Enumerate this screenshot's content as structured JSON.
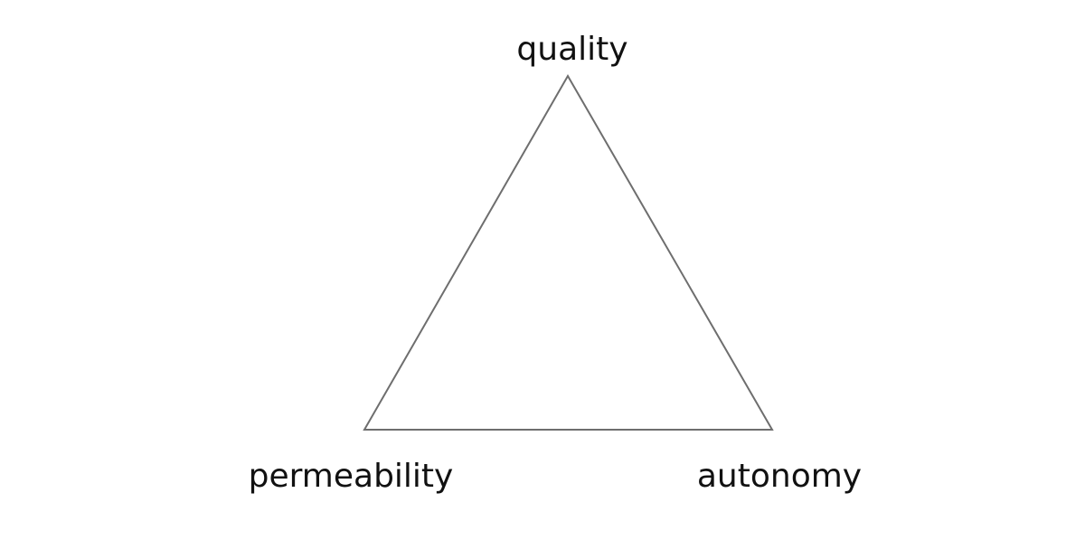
{
  "diagram": {
    "type": "triangle",
    "vertices": {
      "top": "quality",
      "bottom_left": "permeability",
      "bottom_right": "autonomy"
    },
    "colors": {
      "stroke": "#6e6e6e",
      "text": "#111111",
      "background": "#ffffff"
    }
  }
}
